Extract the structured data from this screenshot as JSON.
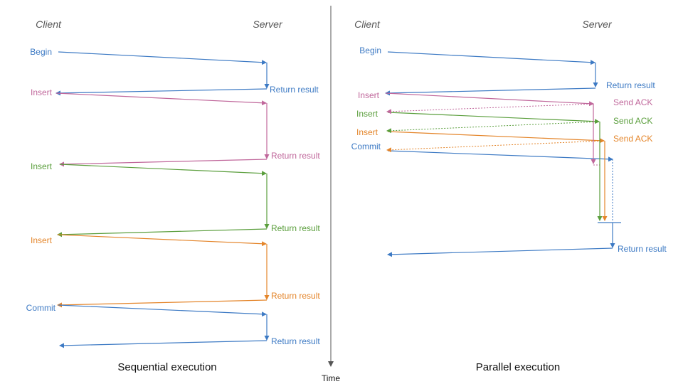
{
  "colors": {
    "blue": "#3d7ac4",
    "pink": "#c0679b",
    "green": "#5a9e3c",
    "orange": "#e4852a",
    "axis": "#555555"
  },
  "sequential": {
    "client_header": "Client",
    "server_header": "Server",
    "caption": "Sequential execution",
    "client_labels": [
      "Begin",
      "Insert",
      "Insert",
      "Insert",
      "Commit"
    ],
    "server_labels": [
      "Return result",
      "Return result",
      "Return result",
      "Return result",
      "Return result"
    ]
  },
  "parallel": {
    "client_header": "Client",
    "server_header": "Server",
    "caption": "Parallel execution",
    "client_labels": [
      "Begin",
      "Insert",
      "Insert",
      "Insert",
      "Commit"
    ],
    "ack_labels": [
      "Send ACK",
      "Send ACK",
      "Send ACK"
    ],
    "result_labels": [
      "Return result",
      "Return result"
    ]
  },
  "time_label": "Time"
}
